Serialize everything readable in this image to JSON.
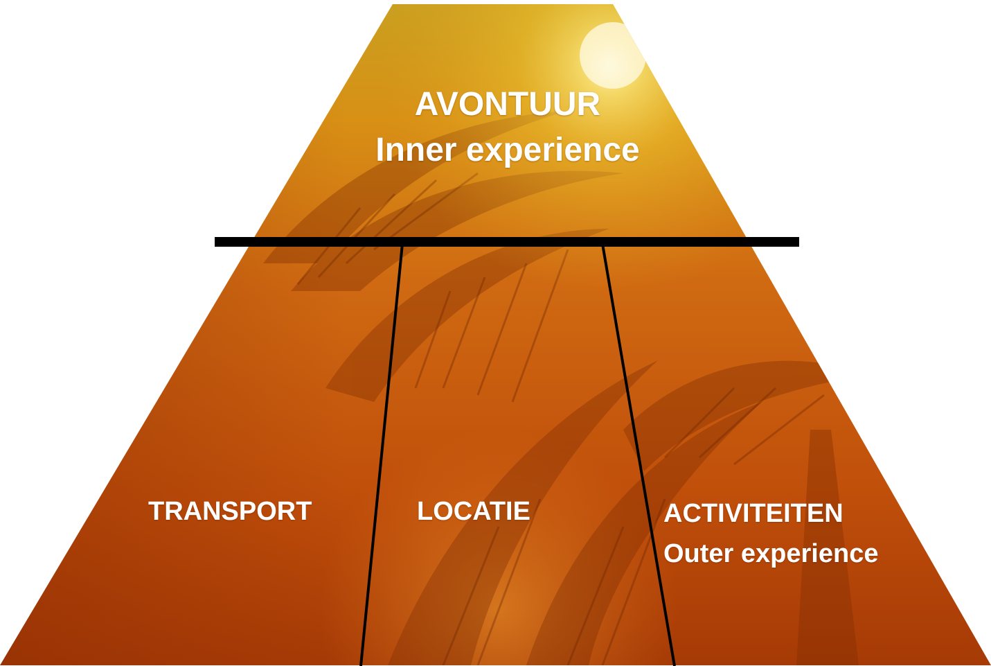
{
  "diagram": {
    "top_section": {
      "title": "AVONTUUR",
      "subtitle": "Inner experience"
    },
    "bottom_sections": [
      {
        "title": "TRANSPORT"
      },
      {
        "title": "LOCATIE"
      },
      {
        "title": "ACTIVITEITEN",
        "subtitle": "Outer experience"
      }
    ]
  },
  "colors": {
    "sun_glow": "#f2d640",
    "upper_orange": "#d8860f",
    "mid_orange": "#c86010",
    "deep_orange": "#a83c05",
    "frond_shadow": "#7a2a02",
    "divider": "#000000"
  }
}
